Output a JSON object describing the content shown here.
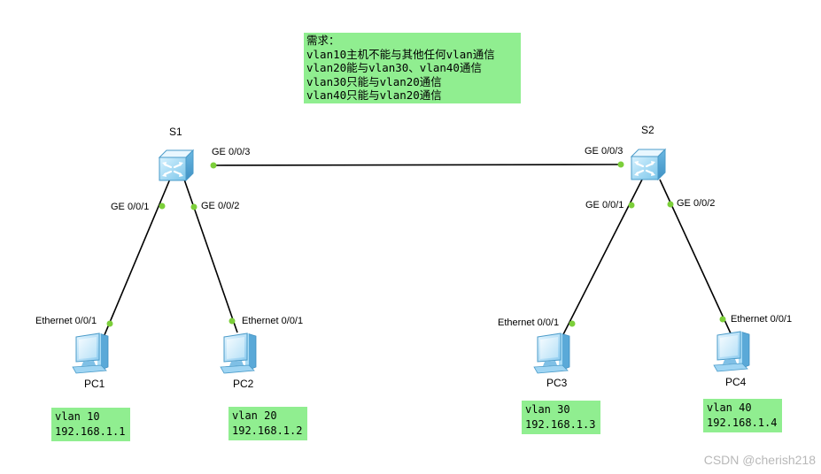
{
  "requirements": {
    "title": "需求：",
    "lines": [
      "vlan10主机不能与其他任何vlan通信",
      "vlan20能与vlan30、vlan40通信",
      "vlan30只能与vlan20通信",
      "vlan40只能与vlan20通信"
    ]
  },
  "switches": [
    {
      "name": "S1",
      "ports": {
        "uplink": "GE 0/0/3",
        "left": "GE 0/0/1",
        "right": "GE 0/0/2"
      }
    },
    {
      "name": "S2",
      "ports": {
        "uplink": "GE 0/0/3",
        "left": "GE 0/0/1",
        "right": "GE 0/0/2"
      }
    }
  ],
  "pcs": [
    {
      "name": "PC1",
      "port": "Ethernet 0/0/1",
      "vlan": "vlan 10",
      "ip": "192.168.1.1"
    },
    {
      "name": "PC2",
      "port": "Ethernet 0/0/1",
      "vlan": "vlan 20",
      "ip": "192.168.1.2"
    },
    {
      "name": "PC3",
      "port": "Ethernet 0/0/1",
      "vlan": "vlan 30",
      "ip": "192.168.1.3"
    },
    {
      "name": "PC4",
      "port": "Ethernet 0/0/1",
      "vlan": "vlan 40",
      "ip": "192.168.1.4"
    }
  ],
  "colors": {
    "box": "#90ee90",
    "port_dot": "#7ccf3a",
    "link": "#000000",
    "switch": "#8fd3f0"
  },
  "watermark": "CSDN @cherish218"
}
